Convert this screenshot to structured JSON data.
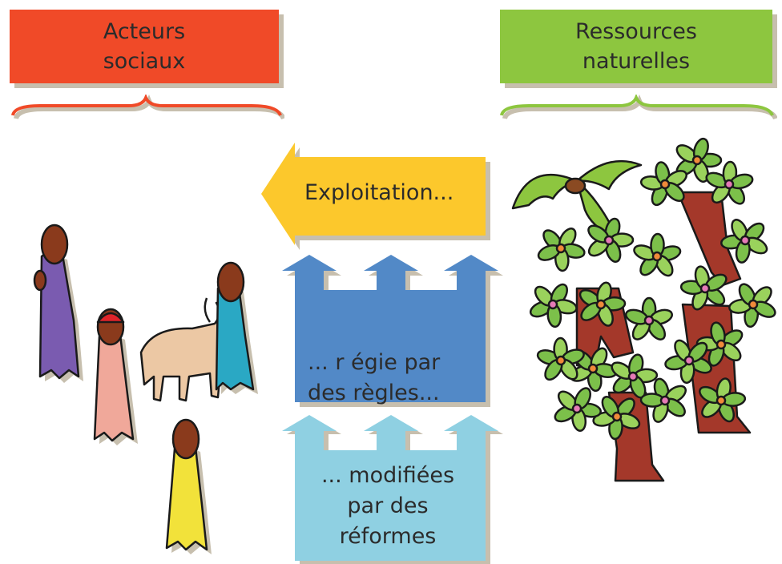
{
  "boxes": {
    "acteurs": {
      "label": "Acteurs\nsociaux",
      "color": "#f04a28"
    },
    "ressources": {
      "label": "Ressources\nnaturelles",
      "color": "#8dc63f"
    }
  },
  "arrows": {
    "exploitation": {
      "label": "Exploitation...",
      "color": "#fcc82c"
    },
    "regie": {
      "label": "... r égie par\ndes règles...",
      "color": "#5289c7"
    },
    "reformes": {
      "label": "... modifiées\npar des\nréformes",
      "color": "#8fd0e2"
    }
  },
  "colors": {
    "shadow": "#c7bfae",
    "trunk": "#a4382a",
    "leaf": "#7cc04a",
    "fruit_pink": "#e57ab6",
    "fruit_orange": "#f08a3a"
  },
  "icons": [
    "people-icon",
    "cattle-icon",
    "trees-icon",
    "palm-icon"
  ]
}
